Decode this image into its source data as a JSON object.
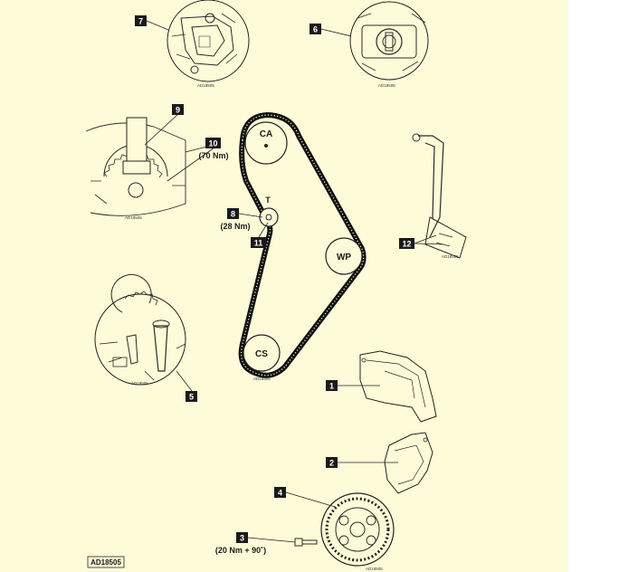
{
  "colors": {
    "background": "#fdfbd8",
    "ink": "#1a1a1a",
    "belt": "#111111",
    "callout_bg": "#1a1a1a"
  },
  "reference_code": "AD18505",
  "pulleys": [
    {
      "id": "camshaft",
      "label": "CA"
    },
    {
      "id": "tensioner",
      "label": "T"
    },
    {
      "id": "water-pump",
      "label": "WP"
    },
    {
      "id": "crankshaft",
      "label": "CS"
    }
  ],
  "callouts": [
    {
      "id": "c1",
      "number": "1",
      "torque": ""
    },
    {
      "id": "c2",
      "number": "2",
      "torque": ""
    },
    {
      "id": "c3",
      "number": "3",
      "torque": "(20 Nm + 90˚)"
    },
    {
      "id": "c4",
      "number": "4",
      "torque": ""
    },
    {
      "id": "c5",
      "number": "5",
      "torque": ""
    },
    {
      "id": "c6",
      "number": "6",
      "torque": ""
    },
    {
      "id": "c7",
      "number": "7",
      "torque": ""
    },
    {
      "id": "c8",
      "number": "8",
      "torque": "(28 Nm)"
    },
    {
      "id": "c9",
      "number": "9",
      "torque": ""
    },
    {
      "id": "c10",
      "number": "10",
      "torque": "(70 Nm)"
    },
    {
      "id": "c11",
      "number": "11",
      "torque": ""
    },
    {
      "id": "c12",
      "number": "12",
      "torque": ""
    }
  ],
  "detail_refs": [
    {
      "id": "r7",
      "text": "AD18505"
    },
    {
      "id": "r6",
      "text": "AD18505"
    },
    {
      "id": "r9",
      "text": "AD18505"
    },
    {
      "id": "r12",
      "text": "AD18505"
    },
    {
      "id": "r5",
      "text": "AD18505"
    },
    {
      "id": "rbelt",
      "text": "AD18505"
    },
    {
      "id": "r4",
      "text": "AD18505"
    }
  ]
}
